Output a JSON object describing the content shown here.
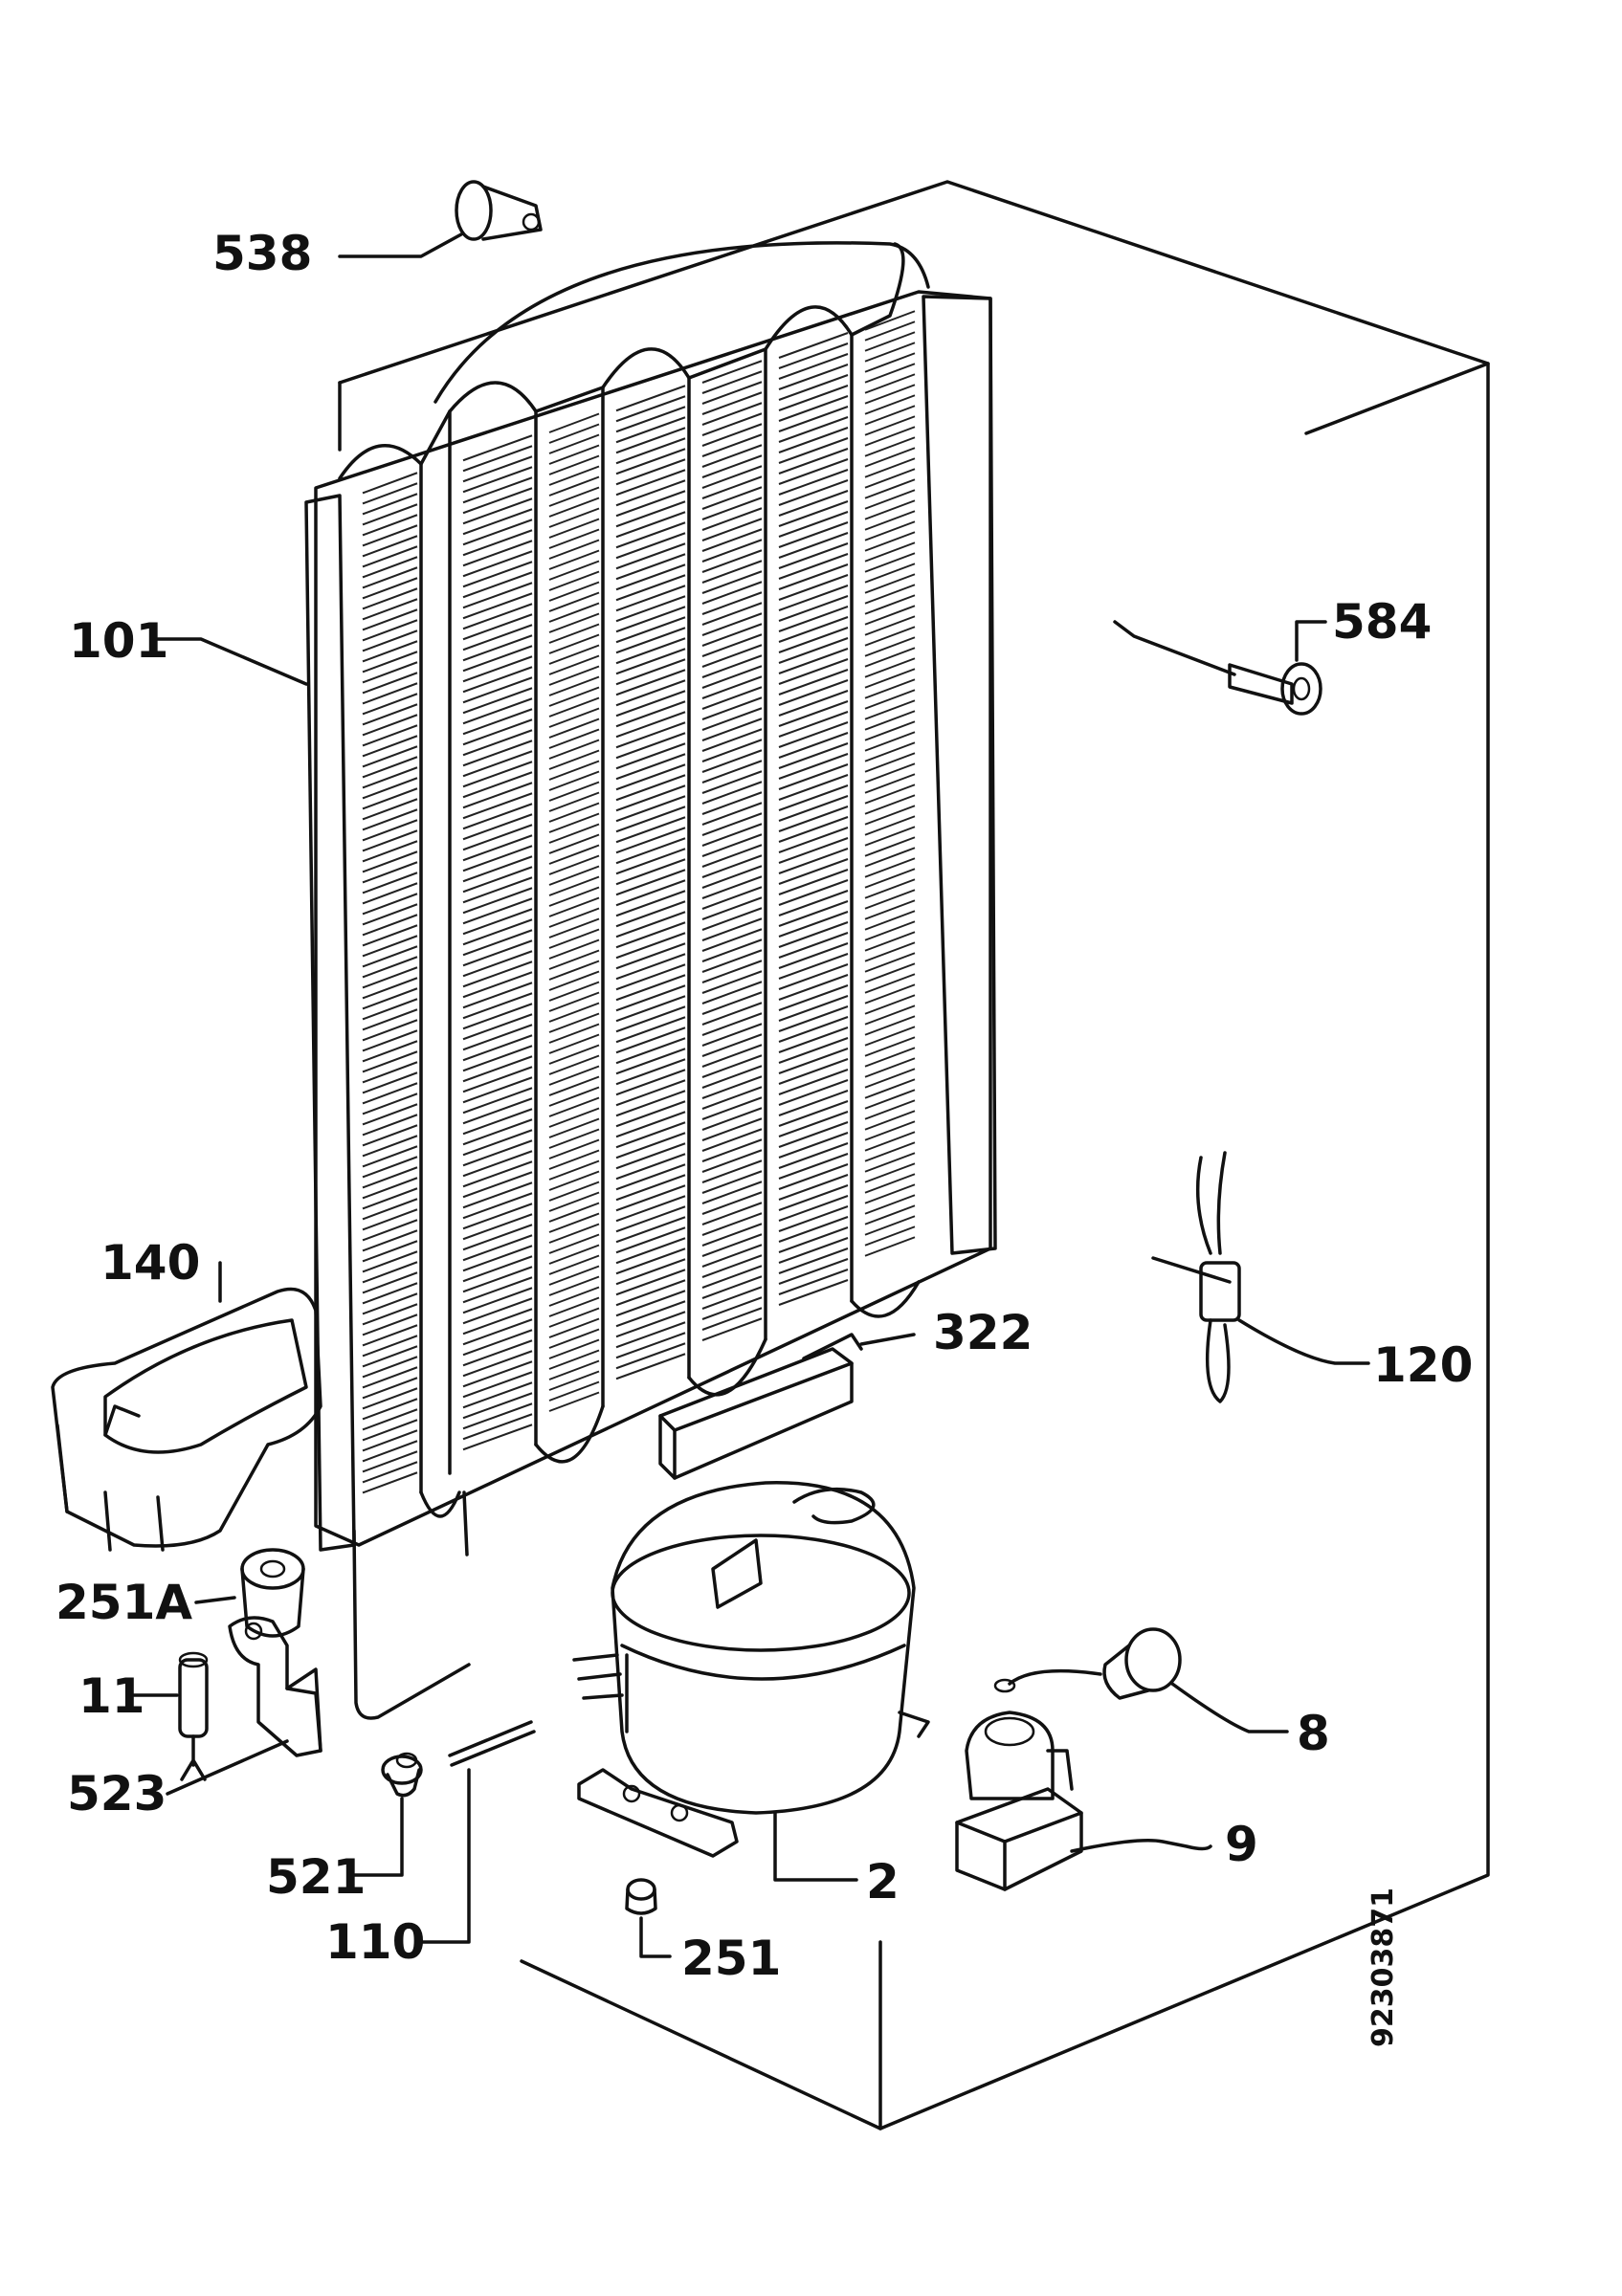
{
  "labels": {
    "p538": "538",
    "p101": "101",
    "p584": "584",
    "p140": "140",
    "p322": "322",
    "p120": "120",
    "p251A": "251A",
    "p11": "11",
    "p523": "523",
    "p8": "8",
    "p9": "9",
    "p521": "521",
    "p2": "2",
    "p110": "110",
    "p251": "251"
  },
  "document_number": "92303871"
}
